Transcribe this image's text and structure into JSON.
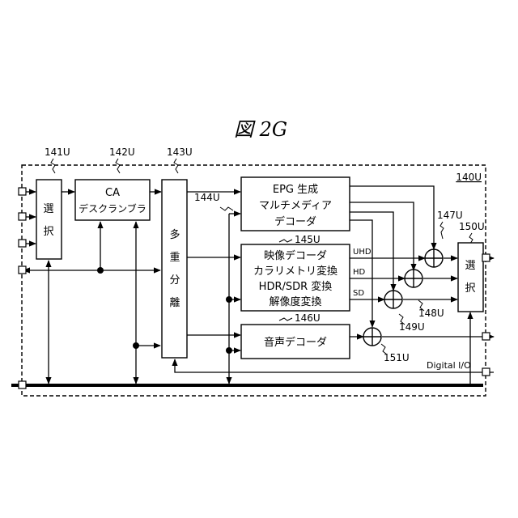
{
  "figure_title": "図 2G",
  "outer_label": "140U",
  "refs": {
    "r141": "141U",
    "r142": "142U",
    "r143": "143U",
    "r144": "144U",
    "r145": "145U",
    "r146": "146U",
    "r147": "147U",
    "r148": "148U",
    "r149": "149U",
    "r150": "150U",
    "r151": "151U"
  },
  "blocks": {
    "select_in": [
      "選",
      "択"
    ],
    "ca": [
      "CA",
      "デスクランブラ"
    ],
    "demux": [
      "多",
      "重",
      "分",
      "離"
    ],
    "epg": [
      "EPG 生成",
      "マルチメディア",
      "デコーダ"
    ],
    "video": [
      "映像デコーダ",
      "カラリメトリ変換",
      "HDR/SDR 変換",
      "解像度変換"
    ],
    "audio": [
      "音声デコーダ"
    ],
    "select_out": [
      "選",
      "択"
    ]
  },
  "signals": {
    "uhd": "UHD",
    "hd": "HD",
    "sd": "SD",
    "digital_io": "Digital I/O"
  }
}
